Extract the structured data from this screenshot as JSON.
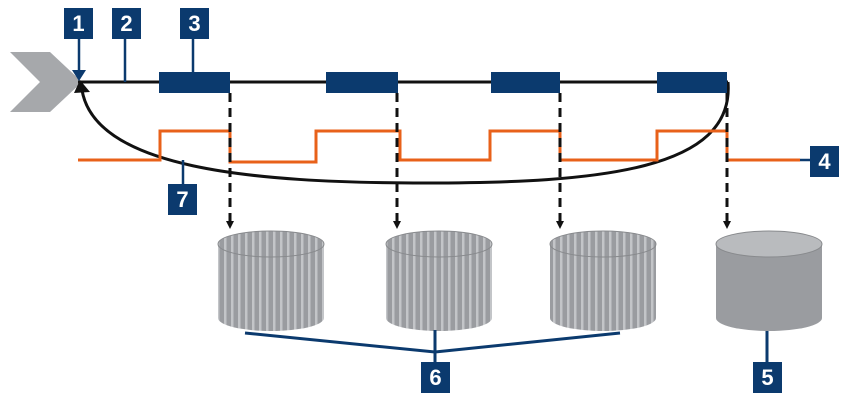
{
  "labels": {
    "l1": "1",
    "l2": "2",
    "l3": "3",
    "l4": "4",
    "l5": "5",
    "l6": "6",
    "l7": "7"
  },
  "colors": {
    "label_fill": "#0b3a6e",
    "segment_fill": "#0b3a6e",
    "orange_signal": "#e8611a",
    "cylinder_gray": "#9a9ca0",
    "cylinder_top": "#b9bbbe",
    "arrow_gray": "#a6a8ab",
    "line_black": "#111111",
    "connector_blue": "#0b3a6e"
  },
  "icons": {
    "entry": "chevron-right-icon",
    "storage": "database-cylinder-icon"
  }
}
